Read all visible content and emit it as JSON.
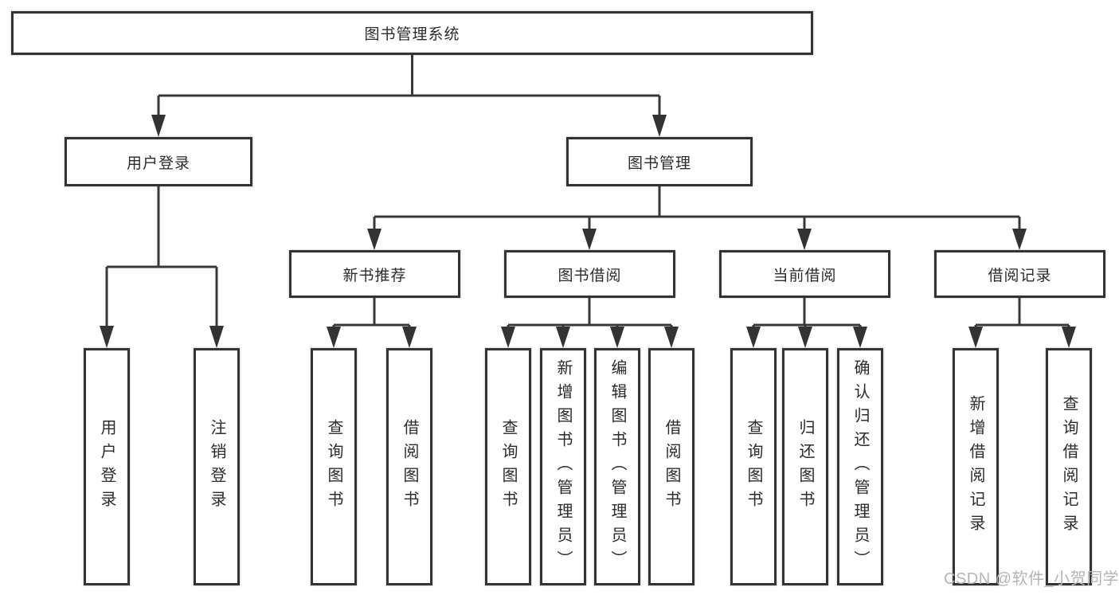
{
  "diagram": {
    "root": "图书管理系统",
    "level2": {
      "user_login": "用户登录",
      "book_management": "图书管理"
    },
    "level3": {
      "new_book_recommend": "新书推荐",
      "book_borrowing": "图书借阅",
      "current_borrowing": "当前借阅",
      "borrowing_records": "借阅记录"
    },
    "leaves": {
      "user_login": "用户登录",
      "logout": "注销登录",
      "query_books_1": "查询图书",
      "borrow_books_1": "借阅图书",
      "query_books_2": "查询图书",
      "add_book_admin": "新增图书（管理员）",
      "edit_book_admin": "编辑图书（管理员）",
      "borrow_books_2": "借阅图书",
      "query_books_3": "查询图书",
      "return_books": "归还图书",
      "confirm_return_admin": "确认归还（管理员）",
      "add_borrow_record": "新增借阅记录",
      "query_borrow_record": "查询借阅记录"
    }
  },
  "watermark": "CSDN @软件_小贺同学",
  "colors": {
    "background": "#ffffff",
    "line": "#383838",
    "border": "#333333",
    "text": "#2b2b2b",
    "watermark": "#b5b5b5"
  }
}
